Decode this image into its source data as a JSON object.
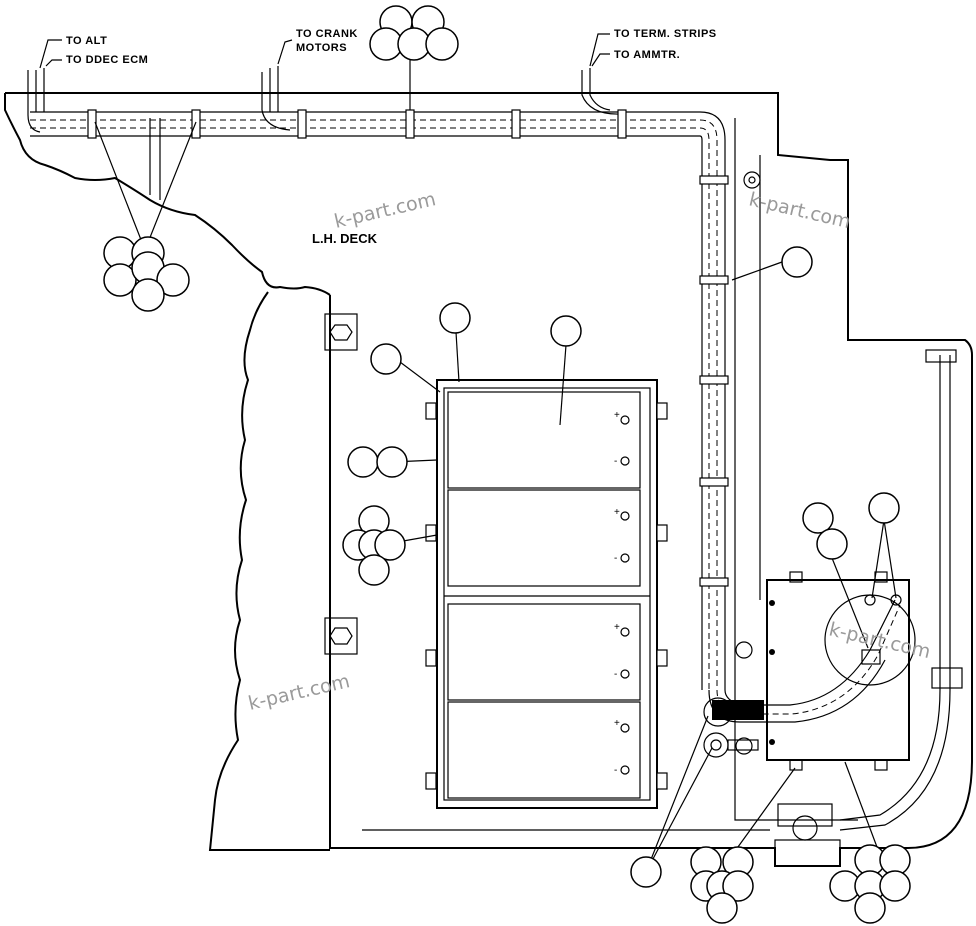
{
  "labels": {
    "to_alt": "TO ALT",
    "to_ddec_ecm": "TO DDEC ECM",
    "to_crank_motors_1": "TO CRANK",
    "to_crank_motors_2": "MOTORS",
    "to_term_strips": "TO TERM. STRIPS",
    "to_ammtr": "TO AMMTR.",
    "lh_deck": "L.H. DECK"
  },
  "battery_terminals": {
    "positive": "+",
    "negative": "-"
  },
  "watermarks": [
    "k-part.com",
    "k-part.com",
    "k-part.com",
    "k-part.com"
  ]
}
